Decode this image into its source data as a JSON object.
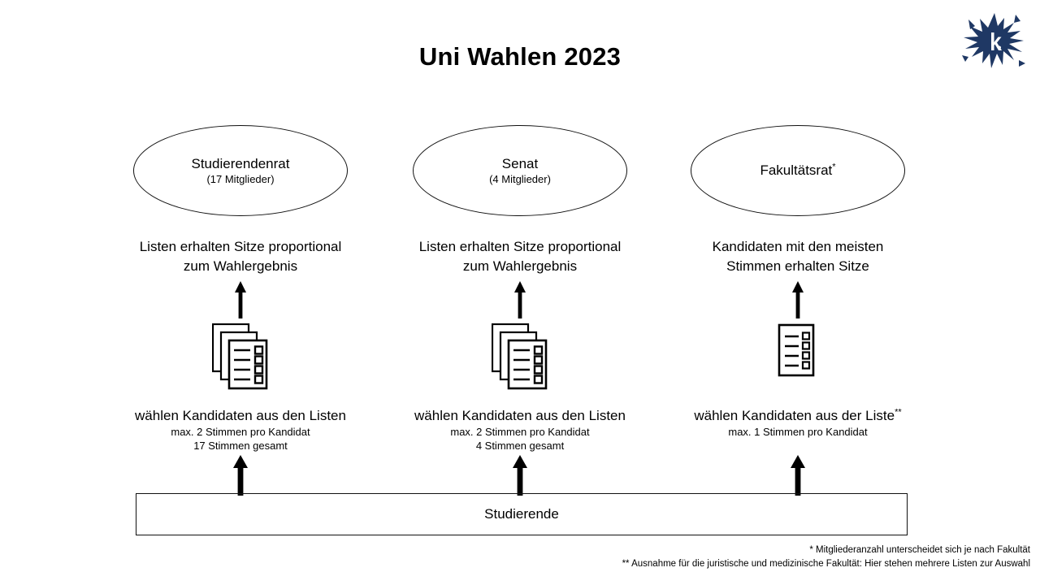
{
  "page": {
    "title": "Uni Wahlen 2023",
    "background_color": "#ffffff",
    "line_color": "#111111",
    "logo": {
      "icon": "university-splatter-logo",
      "color": "#1f3864"
    }
  },
  "columns": [
    {
      "id": "studierendenrat",
      "body": {
        "title": "Studierendenrat",
        "subtitle": "(17 Mitglieder)",
        "superscript": ""
      },
      "rule_text": "Listen erhalten Sitze proportional\nzum Wahlergebnis",
      "rule_line_1": "Listen erhalten Sitze proportional",
      "rule_line_2": "zum Wahlergebnis",
      "ballot": {
        "icon": "ballot-papers-stack-icon",
        "count": 3,
        "rows": 4
      },
      "action_main": "wählen Kandidaten aus den Listen",
      "action_superscript": "",
      "action_sub_1": "max. 2 Stimmen pro Kandidat",
      "action_sub_2": "17 Stimmen gesamt"
    },
    {
      "id": "senat",
      "body": {
        "title": "Senat",
        "subtitle": "(4 Mitglieder)",
        "superscript": ""
      },
      "rule_line_1": "Listen erhalten Sitze proportional",
      "rule_line_2": "zum Wahlergebnis",
      "ballot": {
        "icon": "ballot-papers-stack-icon",
        "count": 3,
        "rows": 4
      },
      "action_main": "wählen Kandidaten aus den Listen",
      "action_superscript": "",
      "action_sub_1": "max. 2 Stimmen pro Kandidat",
      "action_sub_2": "4 Stimmen gesamt"
    },
    {
      "id": "fakultaetsrat",
      "body": {
        "title": "Fakultätsrat",
        "subtitle": "",
        "superscript": "*"
      },
      "rule_line_1": "Kandidaten mit den meisten",
      "rule_line_2": "Stimmen erhalten Sitze",
      "ballot": {
        "icon": "ballot-paper-single-icon",
        "count": 1,
        "rows": 4
      },
      "action_main": "wählen Kandidaten aus der Liste",
      "action_superscript": "**",
      "action_sub_1": "max. 1 Stimmen pro Kandidat",
      "action_sub_2": ""
    }
  ],
  "base": {
    "label": "Studierende"
  },
  "footnotes": [
    "* Mitgliederanzahl unterscheidet sich je nach Fakultät",
    "** Ausnahme für die juristische und medizinische Fakultät: Hier stehen mehrere Listen zur Auswahl"
  ]
}
